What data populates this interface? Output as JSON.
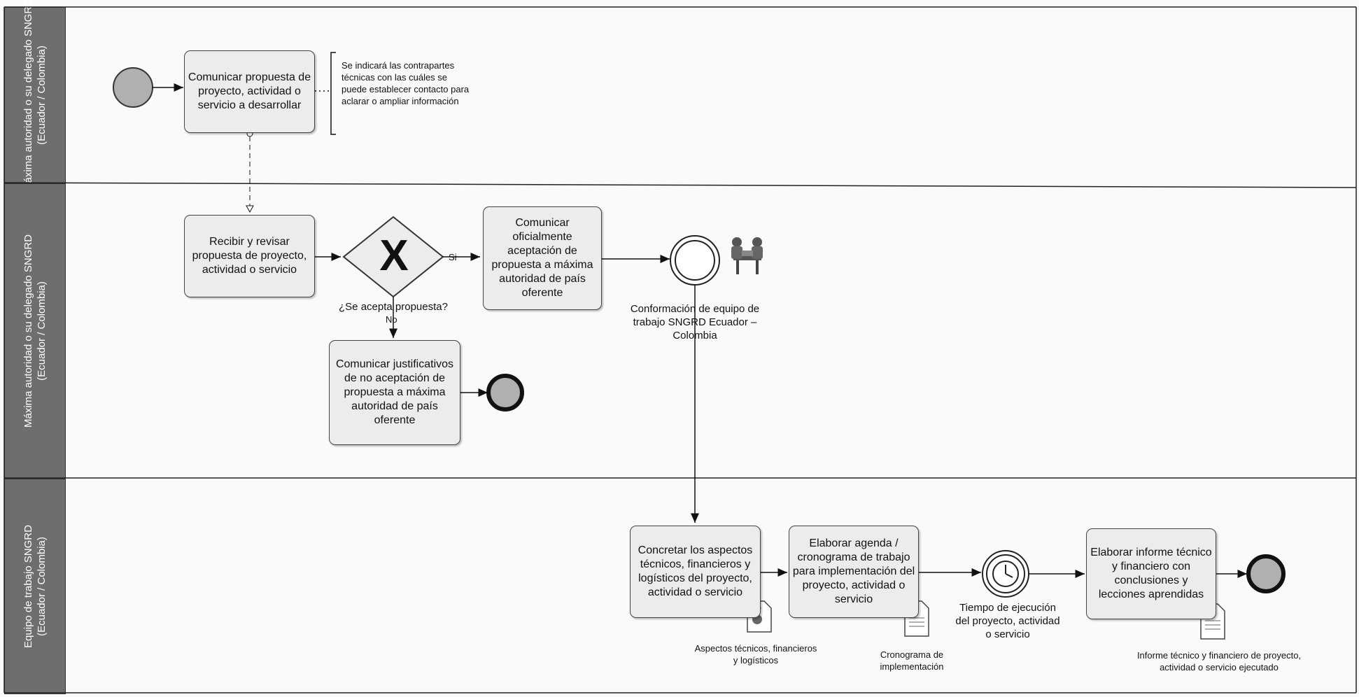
{
  "lanes": [
    {
      "line1": "Máxima autoridad o su delegado SNGRD",
      "line2": "(Ecuador / Colombia)"
    },
    {
      "line1": "Máxima autoridad o su delegado SNGRD",
      "line2": "(Ecuador / Colombia)"
    },
    {
      "line1": "Equipo de trabajo SNGRD",
      "line2": "(Ecuador / Colombia)"
    }
  ],
  "tasks": {
    "comunicar_propuesta": "Comunicar propuesta de proyecto, actividad o servicio a desarrollar",
    "recibir_revisar": "Recibir y revisar propuesta de proyecto, actividad o servicio",
    "comunicar_aceptacion": "Comunicar oficialmente aceptación de propuesta a máxima autoridad de país oferente",
    "comunicar_no_aceptacion": "Comunicar justificativos de no aceptación de propuesta a máxima autoridad de país oferente",
    "concretar_aspectos": "Concretar los aspectos técnicos, financieros y logísticos del proyecto, actividad o servicio",
    "elaborar_agenda": "Elaborar agenda / cronograma de trabajo para implementación del proyecto, actividad o servicio",
    "elaborar_informe": "Elaborar informe técnico y financiero con conclusiones y lecciones aprendidas"
  },
  "annotation": "Se indicará las contrapartes técnicas con las cuáles se puede establecer contacto para aclarar o ampliar información",
  "gateway": {
    "symbol": "X",
    "question": "¿Se acepta propuesta?",
    "yes": "Si",
    "no": "No"
  },
  "events": {
    "conformacion": "Conformación de equipo de trabajo SNGRD Ecuador – Colombia",
    "tiempo": "Tiempo de ejecución del proyecto, actividad o servicio"
  },
  "documents": {
    "aspectos": "Aspectos técnicos, financieros y logísticos",
    "cronograma": "Cronograma de implementación",
    "informe": "Informe técnico y financiero de proyecto, actividad o servicio ejecutado"
  },
  "icons": {
    "start": "start-event-icon",
    "end": "end-event-icon",
    "gateway": "exclusive-gateway-icon",
    "meeting": "meeting-people-icon",
    "timer": "timer-clock-icon",
    "document": "document-icon"
  },
  "colors": {
    "lane_header": "#6e6e6e",
    "task_fill": "#ececec",
    "event_fill": "#b0b0b0"
  }
}
